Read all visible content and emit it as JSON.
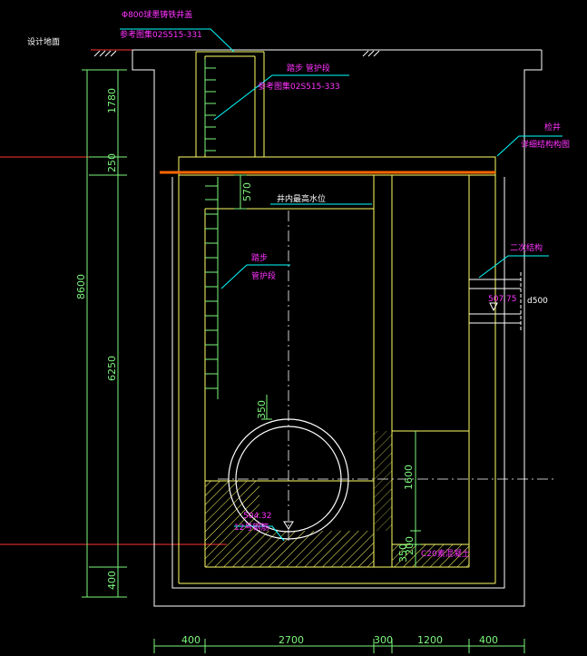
{
  "labels": {
    "ground": "设计地面",
    "cover_title": "Φ800球墨铸铁井盖",
    "cover_ref": "参考图集02S515-331",
    "ladder_top_a": "踏步 管护段",
    "ladder_top_b": "参考图集02S515-333",
    "well_type": "检井",
    "well_ref": "详细结构构图",
    "water_level": "井内最高水位",
    "ladder_mid_a": "踏步",
    "ladder_mid_b": "管护段",
    "pipe_label": "二次结构",
    "pipe_elev": "507.75",
    "pipe_dia": "d500",
    "bottom_elev": "504.32",
    "bottom_label": "12号钢筋",
    "right_small": "C20素混凝土"
  },
  "dimensions": {
    "v_1780": "1780",
    "v_250": "250",
    "v_8600": "8600",
    "v_6250": "6250",
    "v_400": "400",
    "v_570": "570",
    "v_350": "350",
    "v_1600": "1600",
    "v_350b": "350",
    "v_200": "200",
    "h_400a": "400",
    "h_2700": "2700",
    "h_300": "300",
    "h_1200": "1200",
    "h_400b": "400"
  },
  "colors": {
    "background": "#000000",
    "structure": "#ffffff",
    "inner": "#ffff66",
    "dimension": "#7cf77c",
    "annotation": "#ff33ff",
    "leader": "#00ffff",
    "slab_line": "#ff6600",
    "red_line": "#ff3333"
  }
}
